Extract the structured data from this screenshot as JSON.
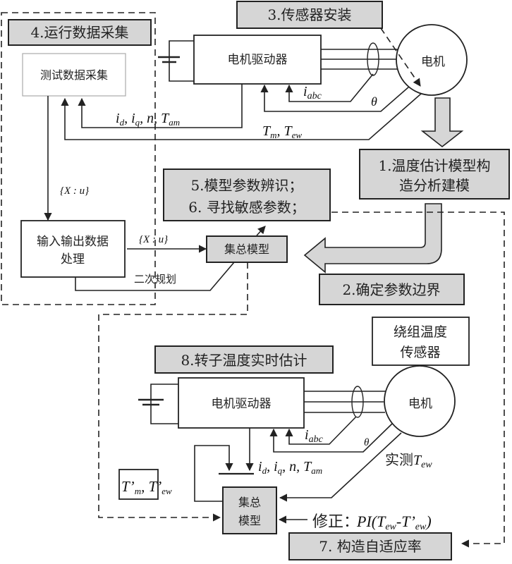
{
  "steps": {
    "step1": [
      "1.温度估计模型构",
      "造分析建模"
    ],
    "step2": "2.确定参数边界",
    "step3": "3.传感器安装",
    "step4": "4.运行数据采集",
    "step5": "5.模型参数辨识；",
    "step6": "6. 寻找敏感参数；",
    "step7": "7. 构造自适应率",
    "step8": "8.转子温度实时估计"
  },
  "top": {
    "test_data_collection": "测试数据采集",
    "motor_driver": "电机驱动器",
    "motor": "电机",
    "io_processing": [
      "输入输出数据",
      "处理"
    ],
    "lumped_model": "集总模型",
    "quadratic_programming": "二次规划",
    "set_xu_1": "{X : u}",
    "set_xu_2": "{X : u}",
    "sig_idq": "i",
    "labels": {
      "i_abc": "abc",
      "theta": "θ",
      "tm_tew": "T_m, T_ew"
    }
  },
  "bottom": {
    "winding_sensor": [
      "绕组温度",
      "传感器"
    ],
    "motor_driver": "电机驱动器",
    "motor": "电机",
    "lumped_model": [
      "集总",
      "模型"
    ],
    "measured_tew": "实测",
    "correction": "修正：",
    "pi_expr": "PI(T_ew-T'_ew)",
    "estimates": "T'_m, T'_ew"
  },
  "colors": {
    "step_fill": "#d6d6d6",
    "line": "#222222",
    "light_border": "#aaaaaa"
  }
}
